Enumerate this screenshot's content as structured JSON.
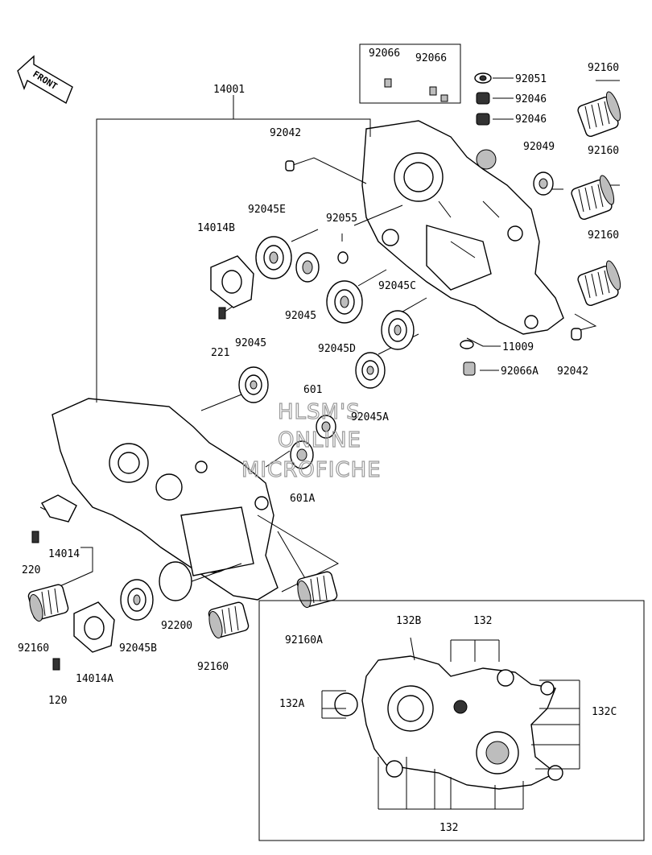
{
  "front_label": "FRONT",
  "watermark": [
    "HLSM'S",
    "ONLINE",
    "MICROFICHE"
  ],
  "labels": {
    "p14001": "14001",
    "p92066a": "92066",
    "p92066b": "92066",
    "p92051": "92051",
    "p92046a": "92046",
    "p92046b": "92046",
    "p92160a": "92160",
    "p92049": "92049",
    "p92160b": "92160",
    "p92160c": "92160",
    "p92042a": "92042",
    "p92045E": "92045E",
    "p92055": "92055",
    "p14014B": "14014B",
    "p92045a": "92045",
    "p92045C": "92045C",
    "p221": "221",
    "p92045b": "92045",
    "p92045D": "92045D",
    "p11009": "11009",
    "p92066A": "92066A",
    "p92042b": "92042",
    "p601": "601",
    "p92045A": "92045A",
    "p601A": "601A",
    "p220": "220",
    "p14014": "14014",
    "p92160d": "92160",
    "p92045B": "92045B",
    "p92200": "92200",
    "p92160e": "92160",
    "p92160A": "92160A",
    "p14014A": "14014A",
    "p120": "120",
    "p132B": "132B",
    "p132a": "132",
    "p132A": "132A",
    "p132C": "132C",
    "p132b": "132"
  }
}
